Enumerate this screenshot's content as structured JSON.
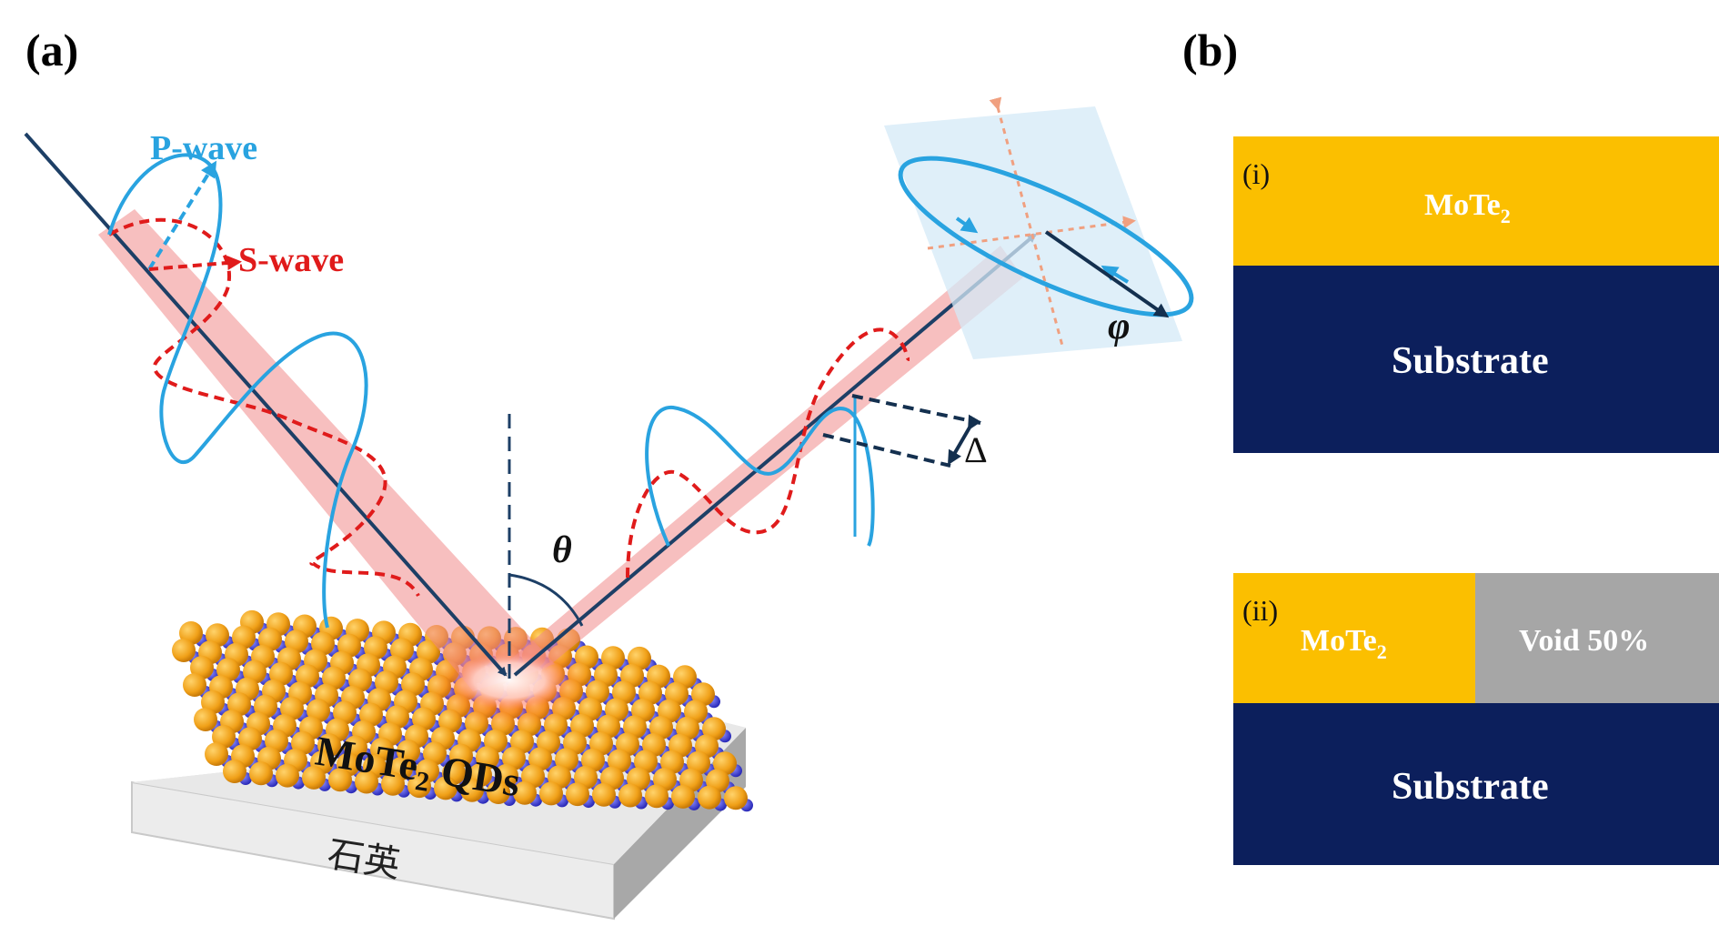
{
  "panel_a": {
    "label": "(a)",
    "p_wave_label": "P-wave",
    "s_wave_label": "S-wave",
    "theta_symbol": "θ",
    "phi_symbol": "φ",
    "delta_symbol": "Δ",
    "sample_label_main": "MoTe",
    "sample_label_sub": "2",
    "sample_label_tail": " QDs",
    "substrate_label": "石英"
  },
  "panel_b": {
    "label": "(b)",
    "model_i": {
      "tag": "(i)",
      "top_layer_main": "MoTe",
      "top_layer_sub": "2",
      "bottom_layer": "Substrate"
    },
    "model_ii": {
      "tag": "(ii)",
      "top_left_main": "MoTe",
      "top_left_sub": "2",
      "top_right": "Void 50%",
      "bottom_layer": "Substrate"
    }
  },
  "colors": {
    "p_wave": "#29a3e0",
    "s_wave": "#e01b1b",
    "beam": "#f3a0a0",
    "mote2_layer": "#fbbf00",
    "substrate_layer": "#0c1f5c",
    "void_layer": "#a6a6a6",
    "te_atom": "#f2a01c",
    "mo_atom": "#3a3ad0",
    "quartz_top": "#f0f0f0",
    "quartz_side": "#bdbdbd"
  }
}
